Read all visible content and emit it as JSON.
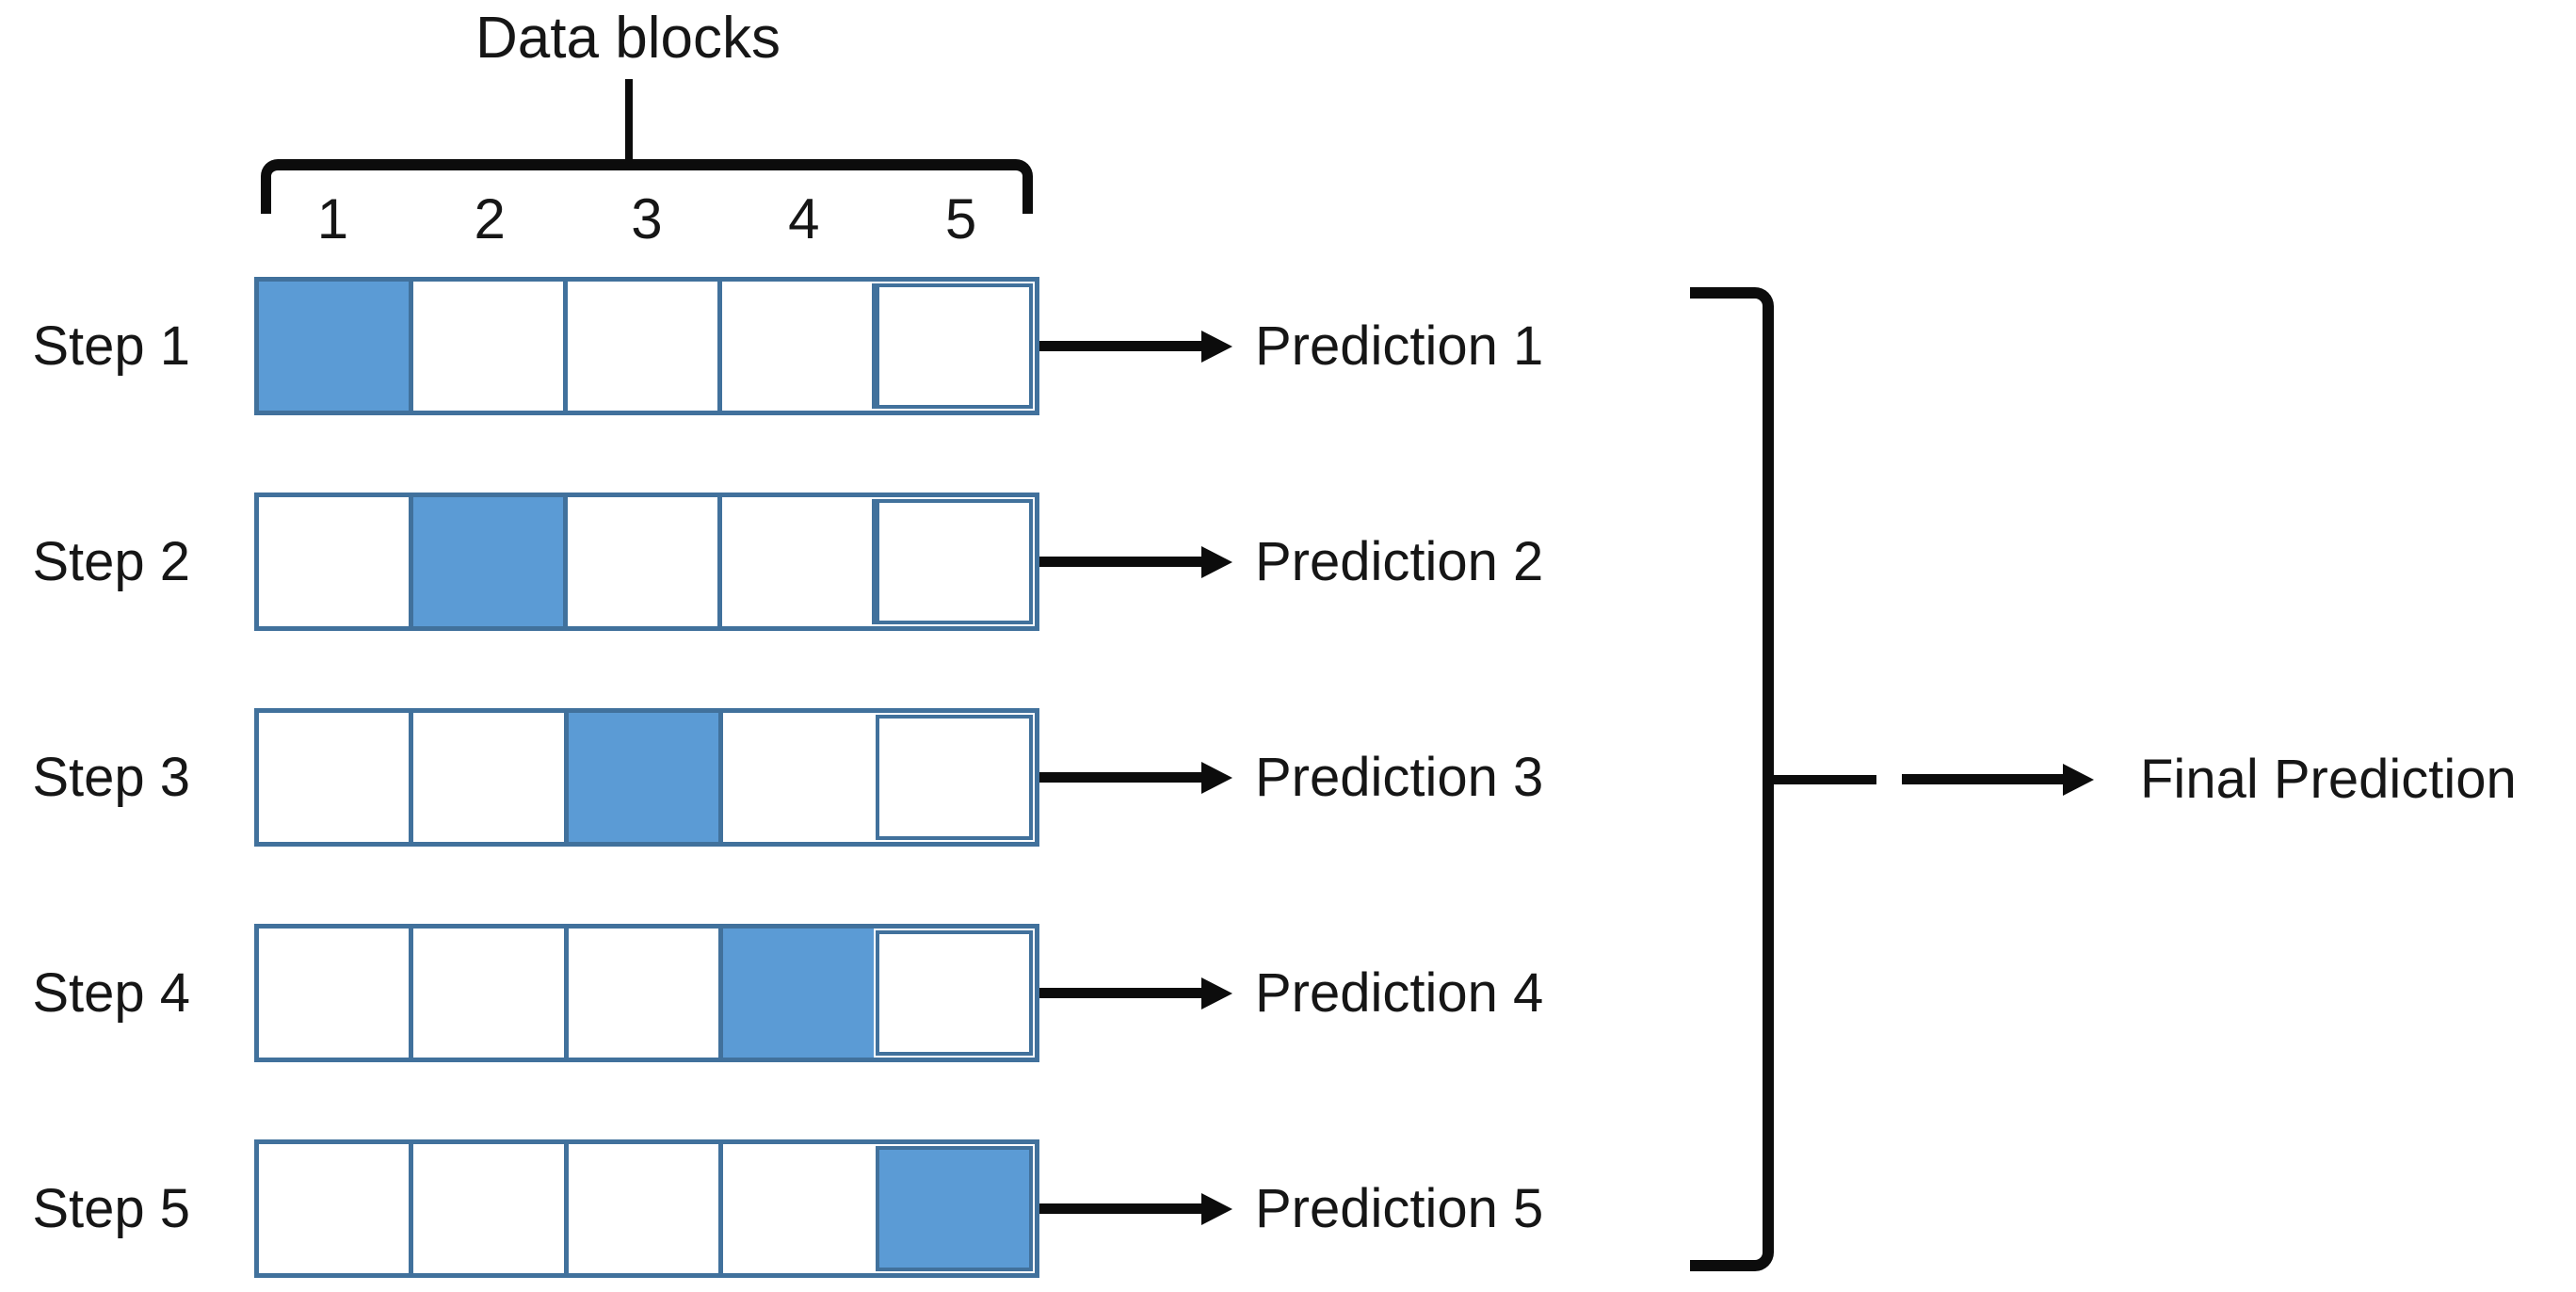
{
  "title": "Data blocks",
  "column_headers": [
    "1",
    "2",
    "3",
    "4",
    "5"
  ],
  "steps": [
    {
      "label": "Step 1",
      "highlighted_block": 1,
      "prediction": "Prediction 1"
    },
    {
      "label": "Step 2",
      "highlighted_block": 2,
      "prediction": "Prediction 2"
    },
    {
      "label": "Step 3",
      "highlighted_block": 3,
      "prediction": "Prediction 3"
    },
    {
      "label": "Step 4",
      "highlighted_block": 4,
      "prediction": "Prediction 4"
    },
    {
      "label": "Step 5",
      "highlighted_block": 5,
      "prediction": "Prediction 5"
    }
  ],
  "final_prediction_label": "Final Prediction",
  "colors": {
    "block_fill": "#5B9BD5",
    "block_border": "#41719C",
    "line": "#0C0C0C",
    "text": "#161616"
  }
}
